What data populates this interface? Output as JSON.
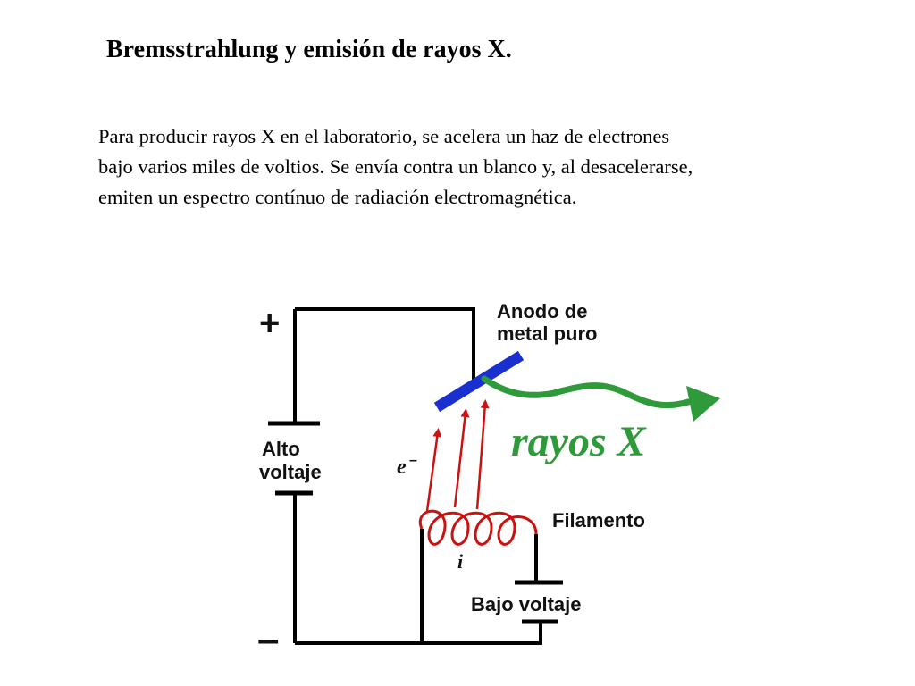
{
  "title": "Bremsstrahlung y emisión de rayos X.",
  "paragraph": {
    "lines": [
      "Para producir rayos X en el laboratorio, se acelera un haz de electrones",
      "bajo varios miles de voltios. Se envía contra un blanco y, al desacelerarse,",
      "emiten un espectro contínuo de radiación electromagnética."
    ]
  },
  "diagram": {
    "plus_sign": "+",
    "minus_sign": "–",
    "high_voltage_label": [
      "Alto",
      "voltaje"
    ],
    "anode_label": [
      "Anodo de",
      "metal puro"
    ],
    "xray_label": "rayos X",
    "electron_label": "e",
    "electron_superscript": "–",
    "filament_label": "Filamento",
    "current_label": "i",
    "low_voltage_label": "Bajo voltaje",
    "colors": {
      "wire": "#000000",
      "anode": "#1a2fd0",
      "electron_beam": "#cc1111",
      "xray": "#2e9a3a",
      "xray_label": "#2e9a3a"
    }
  }
}
